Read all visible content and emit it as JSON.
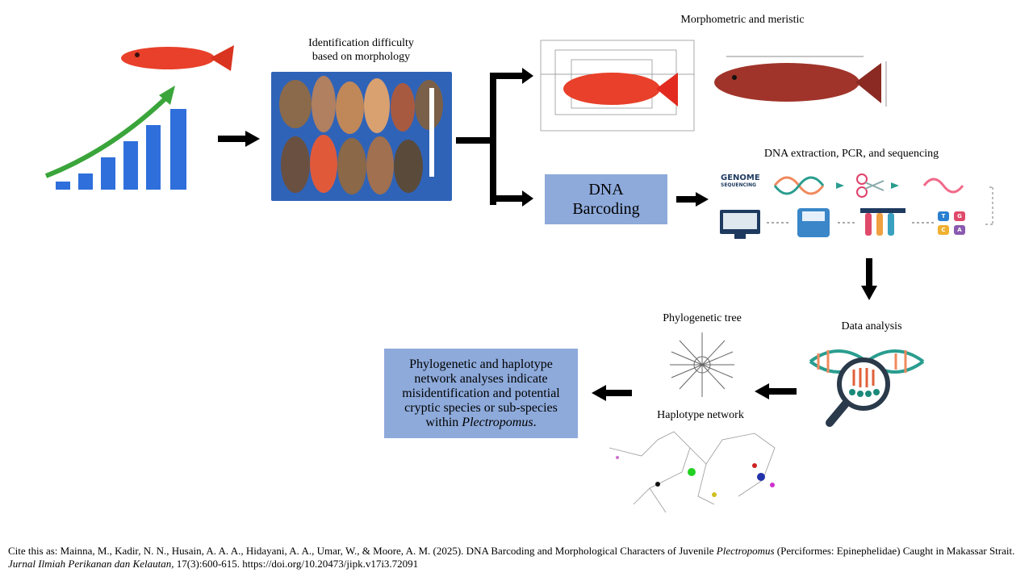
{
  "labels": {
    "identification": "Identification difficulty based on morphology",
    "morphometric": "Morphometric and meristic",
    "dna_extraction": "DNA extraction, PCR, and sequencing",
    "data_analysis": "Data analysis",
    "phylogenetic_tree": "Phylogenetic tree",
    "haplotype_network": "Haplotype network"
  },
  "boxes": {
    "dna_barcoding": "DNA Barcoding",
    "conclusion_main": "Phylogenetic and haplotype network analyses indicate misidentification and potential cryptic species or sub-species within",
    "conclusion_genus": "Plectropomus",
    "conclusion_end": "."
  },
  "icons": {
    "genome_line1": "GENOME",
    "genome_line2": "SEQUENCING",
    "bases": [
      "T",
      "G",
      "C",
      "A"
    ]
  },
  "citation": {
    "prefix": "Cite this as: Mainna, M., Kadir, N. N., Husain, A. A. A., Hidayani, A. A., Umar, W., & Moore, A. M. (2025). DNA Barcoding and Morphological Characters of Juvenile",
    "genus": "Plectropomus",
    "middle": "(Perciformes: Epinephelidae) Caught in Makassar Strait.",
    "journal": "Jurnal Ilmiah Perikanan dan Kelautan,",
    "suffix": "17(3):600-615. https://doi.org/10.20473/jipk.v17i3.72091"
  },
  "colors": {
    "box_fill": "#8eaadb",
    "bar_blue": "#2f6fdc",
    "growth_arrow": "#3aa53a",
    "fish_red": "#e8402a",
    "dna_teal": "#2a9d8f",
    "dna_orange": "#f08a5d"
  }
}
